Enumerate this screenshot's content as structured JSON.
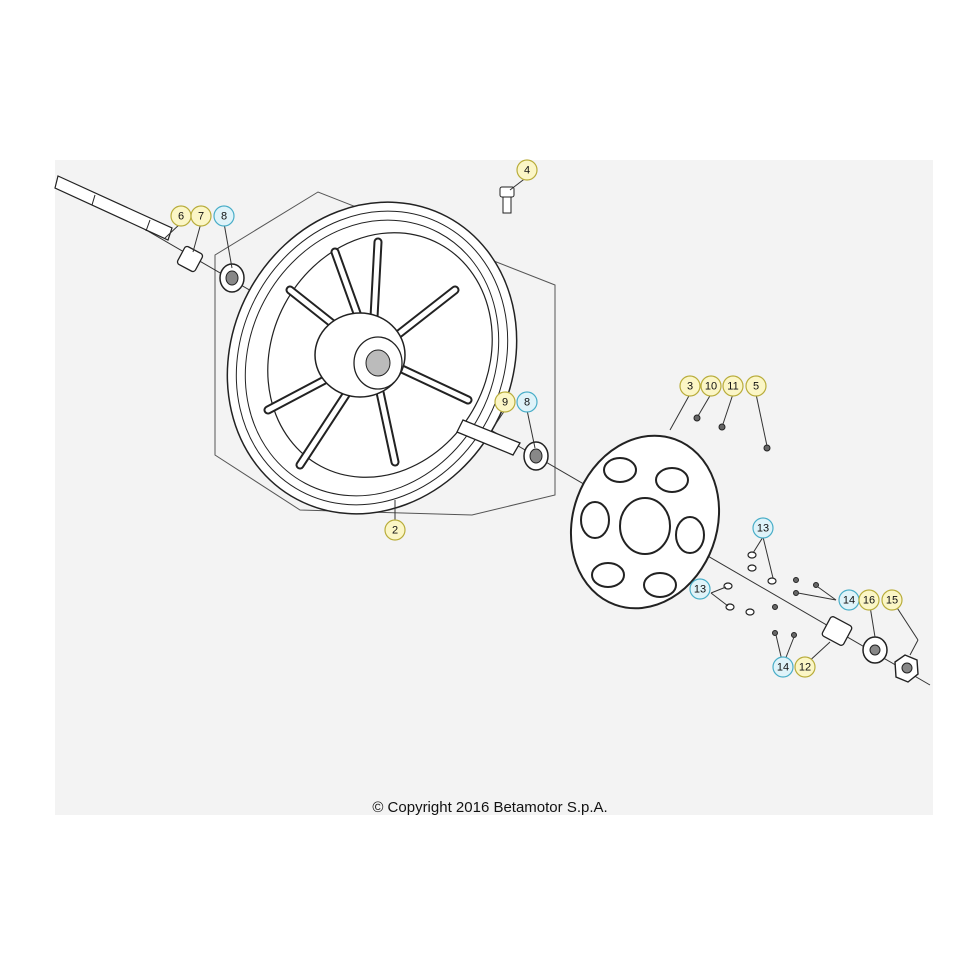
{
  "copyright": "© Copyright 2016 Betamotor S.p.A.",
  "colors": {
    "callout_yellow": "#fbf6c6",
    "callout_yellow_border": "#b9ad3c",
    "callout_blue": "#dff3f9",
    "callout_blue_border": "#4aaec8",
    "line": "#222222",
    "panel": "#f3f3f3"
  },
  "parts": [
    {
      "id": "axle",
      "name": "front axle"
    },
    {
      "id": "wheel",
      "name": "front wheel rim"
    },
    {
      "id": "disc",
      "name": "brake disc"
    },
    {
      "id": "valve",
      "name": "valve"
    }
  ],
  "callouts": [
    {
      "number": "4",
      "color": "yellow"
    },
    {
      "number": "6",
      "color": "yellow"
    },
    {
      "number": "7",
      "color": "yellow"
    },
    {
      "number": "8",
      "color": "blue"
    },
    {
      "number": "9",
      "color": "yellow"
    },
    {
      "number": "8",
      "color": "blue"
    },
    {
      "number": "2",
      "color": "yellow"
    },
    {
      "number": "3",
      "color": "yellow"
    },
    {
      "number": "10",
      "color": "yellow"
    },
    {
      "number": "11",
      "color": "yellow"
    },
    {
      "number": "5",
      "color": "yellow"
    },
    {
      "number": "13",
      "color": "blue"
    },
    {
      "number": "13",
      "color": "blue"
    },
    {
      "number": "14",
      "color": "blue"
    },
    {
      "number": "16",
      "color": "yellow"
    },
    {
      "number": "15",
      "color": "yellow"
    },
    {
      "number": "14",
      "color": "blue"
    },
    {
      "number": "12",
      "color": "yellow"
    }
  ]
}
